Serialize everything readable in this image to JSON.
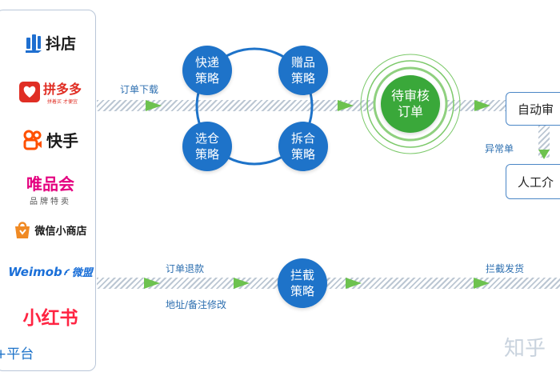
{
  "platforms": {
    "label_suffix": "平台",
    "items": [
      {
        "name": "抖店",
        "color": "#1b1b1b",
        "icon": "douyin-icon"
      },
      {
        "name": "拼多多",
        "sub": "拼着买 才便宜",
        "color": "#e02e24",
        "icon": "pinduoduo-icon"
      },
      {
        "name": "快手",
        "color": "#1b1b1b",
        "icon": "kuaishou-icon"
      },
      {
        "name": "唯品会",
        "sub": "品牌特卖",
        "color": "#e4007f",
        "icon": "vip-icon"
      },
      {
        "name": "微信小商店",
        "color": "#1b1b1b",
        "icon": "wechat-store-icon"
      },
      {
        "name": "Weimob",
        "name2": "微盟",
        "color": "#1a6fd8",
        "icon": "weimob-icon"
      },
      {
        "name": "小红书",
        "color": "#ff2442",
        "icon": "xiaohongshu-icon"
      }
    ]
  },
  "flow_top": {
    "download_label": "订单下载",
    "strategies": [
      {
        "line1": "快递",
        "line2": "策略"
      },
      {
        "line1": "赠品",
        "line2": "策略"
      },
      {
        "line1": "选仓",
        "line2": "策略"
      },
      {
        "line1": "拆合",
        "line2": "策略"
      }
    ],
    "review": {
      "line1": "待审核",
      "line2": "订单"
    },
    "auto_review": "自动审",
    "exception_label": "异常单",
    "manual": "人工介"
  },
  "flow_bottom": {
    "refund_label": "订单退款",
    "address_label": "地址/备注修改",
    "intercept": {
      "line1": "拦截",
      "line2": "策略"
    },
    "ship_label": "拦截发货"
  },
  "watermark": "知乎",
  "colors": {
    "node_blue": "#1e73c9",
    "review_green": "#3aa83a",
    "arrow_green": "#6dc24f",
    "label_blue": "#2d6fb0"
  }
}
